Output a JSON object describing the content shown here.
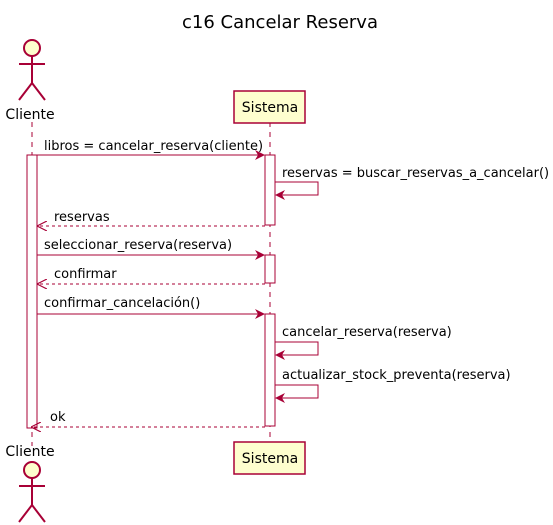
{
  "diagram": {
    "title": "c16 Cancelar Reserva",
    "actor": {
      "name": "Cliente"
    },
    "participant": {
      "name": "Sistema"
    },
    "messages": [
      {
        "label": "libros = cancelar_reserva(cliente)",
        "from": "actor",
        "to": "system",
        "kind": "sync"
      },
      {
        "label": "reservas = buscar_reservas_a_cancelar()",
        "from": "system",
        "to": "system",
        "kind": "self"
      },
      {
        "label": "reservas",
        "from": "system",
        "to": "actor",
        "kind": "return"
      },
      {
        "label": "seleccionar_reserva(reserva)",
        "from": "actor",
        "to": "system",
        "kind": "sync"
      },
      {
        "label": "confirmar",
        "from": "system",
        "to": "actor",
        "kind": "return"
      },
      {
        "label": "confirmar_cancelación()",
        "from": "actor",
        "to": "system",
        "kind": "sync"
      },
      {
        "label": "cancelar_reserva(reserva)",
        "from": "system",
        "to": "system",
        "kind": "self"
      },
      {
        "label": "actualizar_stock_preventa(reserva)",
        "from": "system",
        "to": "system",
        "kind": "self"
      },
      {
        "label": "ok",
        "from": "system",
        "to": "actor",
        "kind": "return"
      }
    ],
    "colors": {
      "line": "#a80036",
      "box_fill": "#fefece",
      "lifeline": "#a80036"
    }
  }
}
